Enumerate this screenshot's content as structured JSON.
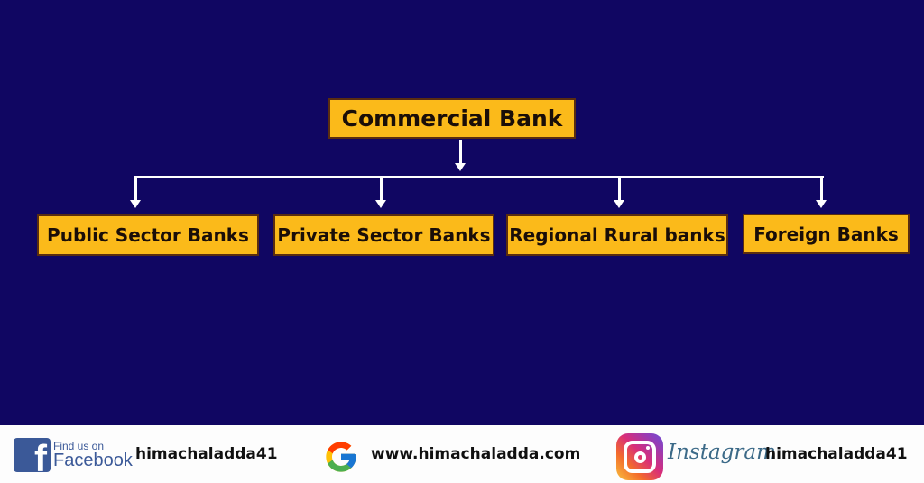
{
  "diagram": {
    "root": {
      "label": "Commercial Bank"
    },
    "children": [
      {
        "label": "Public Sector Banks"
      },
      {
        "label": "Private Sector Banks"
      },
      {
        "label": "Regional Rural banks"
      },
      {
        "label": "Foreign Banks"
      }
    ],
    "colors": {
      "background": "#100662",
      "node_fill": "#FBBA1A",
      "node_text": "#1a0e08",
      "connector": "#ffffff"
    }
  },
  "footer": {
    "facebook": {
      "icon": "facebook-icon",
      "find_text": "Find us on",
      "brand_text": "Facebook",
      "handle": "himachaladda41"
    },
    "website": {
      "icon": "google-icon",
      "url": "www.himachaladda.com"
    },
    "instagram": {
      "icon": "instagram-icon",
      "brand_text": "Instagram",
      "handle": "himachaladda41"
    }
  }
}
